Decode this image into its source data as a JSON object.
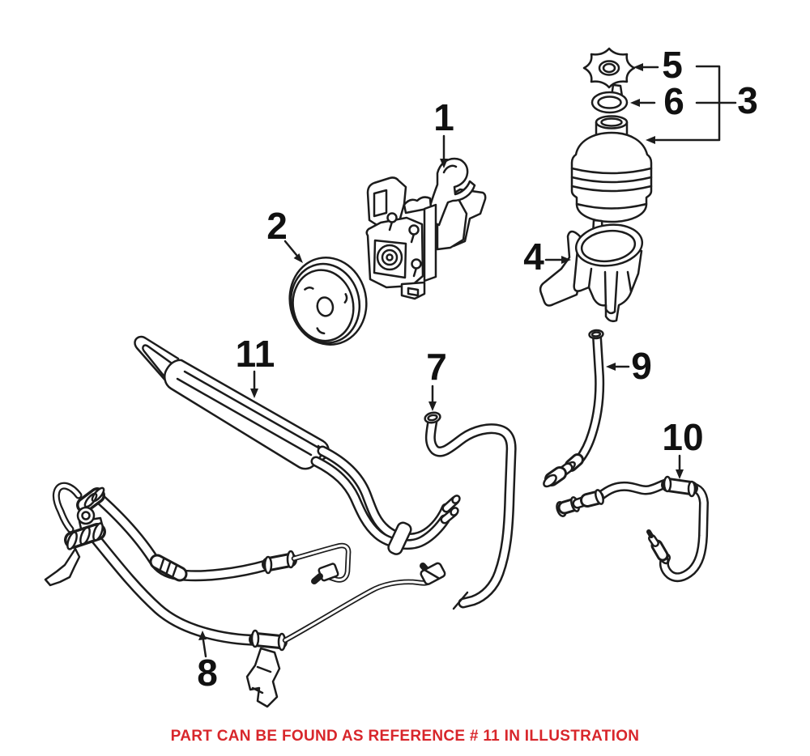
{
  "diagram": {
    "background": "#ffffff",
    "line_color": "#1c1c1c",
    "label_color": "#111111",
    "callouts": [
      "1",
      "2",
      "3",
      "4",
      "5",
      "6",
      "7",
      "8",
      "9",
      "10",
      "11"
    ]
  },
  "caption": {
    "text": "PART CAN BE FOUND AS REFERENCE # 11 IN ILLUSTRATION",
    "color": "#d8262b"
  }
}
